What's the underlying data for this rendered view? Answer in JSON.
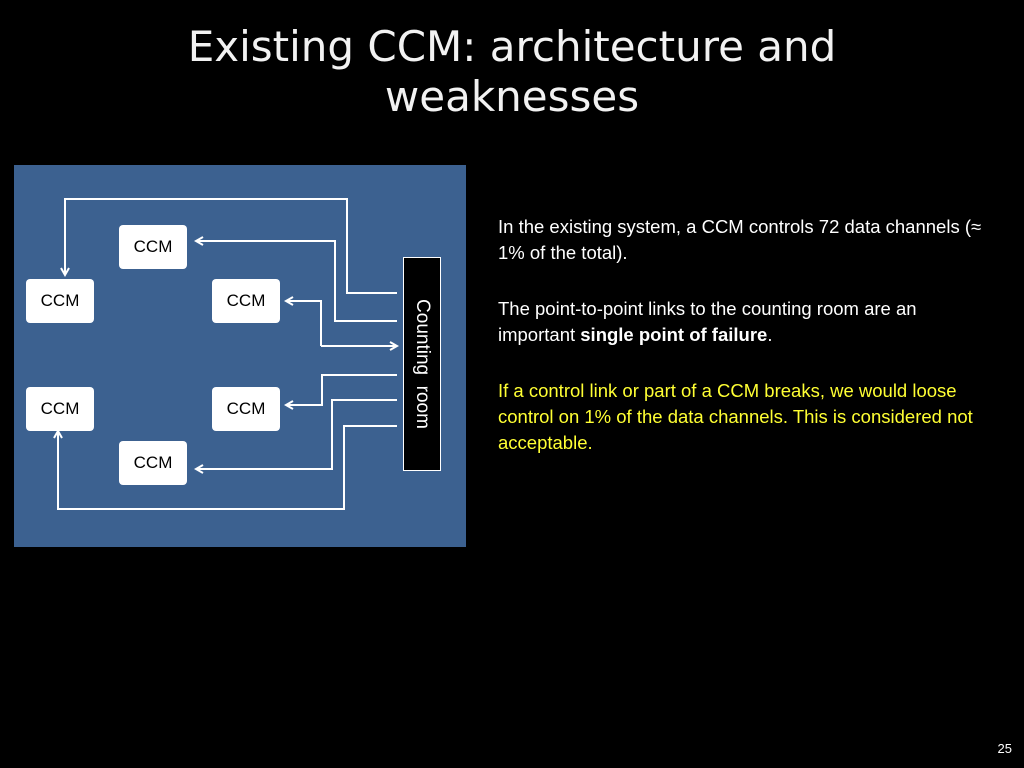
{
  "slide": {
    "title_line1": "Existing CCM: architecture and",
    "title_line2": "weaknesses",
    "page_number": "25"
  },
  "diagram": {
    "background_color": "#3c6190",
    "ccm_label": "CCM",
    "counting_room_label": "Counting  room"
  },
  "text": {
    "p1": "In the existing system, a CCM controls 72 data channels (≈ 1% of the total).",
    "p2_before": "The point-to-point links to the counting room are an important ",
    "p2_bold": "single point of failure",
    "p2_after": ".",
    "p3": "If a control link or part of a CCM breaks, we would loose control on 1% of the data channels. This is considered not acceptable.",
    "highlight_color": "#ffff33"
  }
}
